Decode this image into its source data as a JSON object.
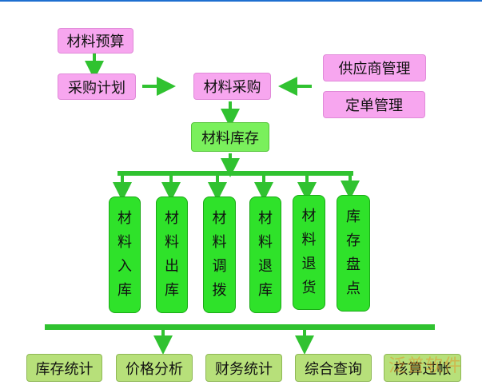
{
  "top": {
    "budget": "材料预算",
    "plan": "采购计划",
    "purchase": "材料采购",
    "supplier": "供应商管理",
    "order": "定单管理",
    "inventory": "材料库存"
  },
  "columns": [
    [
      "材",
      "料",
      "入",
      "库"
    ],
    [
      "材",
      "料",
      "出",
      "库"
    ],
    [
      "材",
      "料",
      "调",
      "拨"
    ],
    [
      "材",
      "料",
      "退",
      "库"
    ],
    [
      "材",
      "料",
      "退",
      "货"
    ],
    [
      "库",
      "存",
      "盘",
      "点"
    ]
  ],
  "bottom": [
    "库存统计",
    "价格分析",
    "财务统计",
    "综合查询",
    "核算过帐"
  ],
  "watermark": "泛普软件",
  "colors": {
    "pink": "#f7a6ef",
    "green": "#7af05c",
    "bright_green": "#2fe22a",
    "olive": "#b7e07a",
    "connector": "#30c230"
  }
}
